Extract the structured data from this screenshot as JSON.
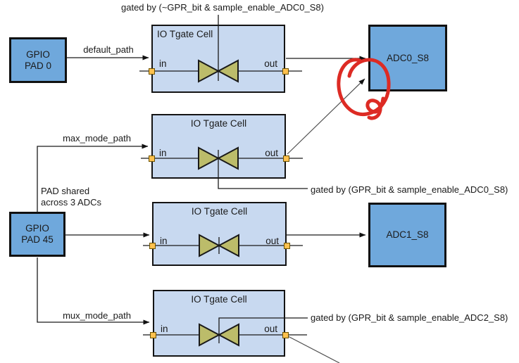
{
  "diagram": {
    "annotations": {
      "gate_top": "gated by (~GPR_bit & sample_enable_ADC0_S8)",
      "gate_mid": "gated by (GPR_bit & sample_enable_ADC0_S8)",
      "gate_bottom": "gated by (GPR_bit & sample_enable_ADC2_S8)",
      "note_line1": "PAD shared",
      "note_line2": "across 3 ADCs"
    },
    "path_labels": {
      "default": "default_path",
      "max_mode": "max_mode_path",
      "mux_mode": "mux_mode_path"
    },
    "blocks": {
      "gpio_pad_0": {
        "line1": "GPIO",
        "line2": "PAD 0"
      },
      "gpio_pad_45": {
        "line1": "GPIO",
        "line2": "PAD 45"
      },
      "adc0": {
        "label": "ADC0_S8"
      },
      "adc1": {
        "label": "ADC1_S8"
      }
    },
    "cells": [
      {
        "title": "IO Tgate Cell",
        "in": "in",
        "out": "out"
      },
      {
        "title": "IO Tgate Cell",
        "in": "in",
        "out": "out"
      },
      {
        "title": "IO Tgate Cell",
        "in": "in",
        "out": "out"
      },
      {
        "title": "IO Tgate Cell",
        "in": "in",
        "out": "out"
      }
    ],
    "colors": {
      "cell_fill": "#c8d9f0",
      "block_fill": "#6fa8dc",
      "tgate_fill": "#bcbc6a",
      "port_fill": "#ffc14e",
      "wire": "#1a1a1a",
      "annotation_red": "#dd2b24"
    }
  }
}
